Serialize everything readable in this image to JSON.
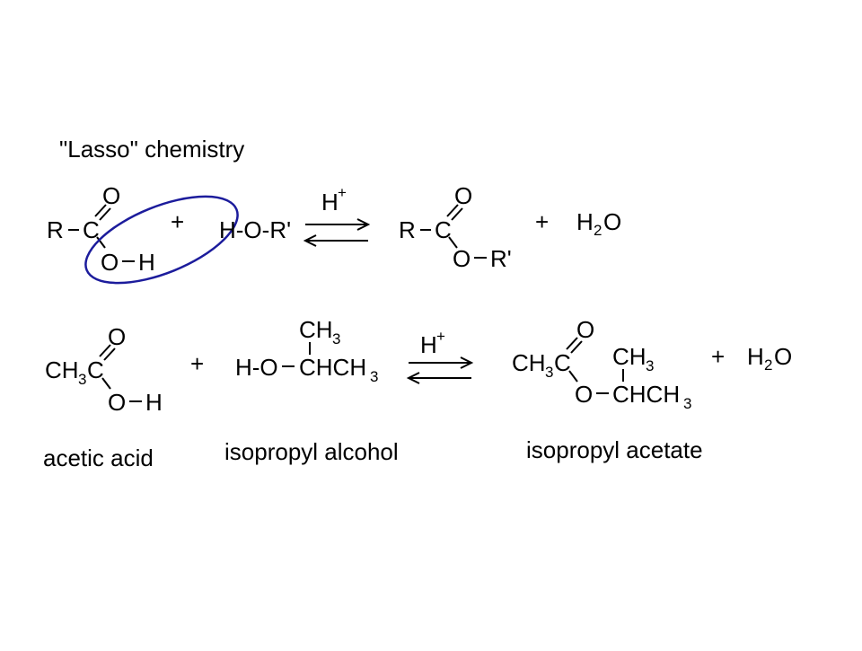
{
  "title": "\"Lasso\" chemistry",
  "colors": {
    "lasso": "#1c1c9c",
    "text": "#000000",
    "background": "#ffffff"
  },
  "general": {
    "r1": {
      "R": "R",
      "C": "C",
      "O_top": "O",
      "O_bot": "O",
      "H": "H"
    },
    "plus1": "+",
    "alcohol": "H-O-R'",
    "catalyst": {
      "H": "H",
      "plus": "+"
    },
    "p1": {
      "R": "R",
      "C": "C",
      "O_top": "O",
      "O_bot": "O",
      "R_prime": "R'"
    },
    "plus2": "+",
    "water": {
      "H": "H",
      "sub": "2",
      "O": "O"
    }
  },
  "specific": {
    "acid": {
      "CH": "CH",
      "sub": "3",
      "C": "C",
      "O_top": "O",
      "O_bot": "O",
      "H": "H"
    },
    "plus1": "+",
    "alcohol": {
      "HO": "H-O",
      "CH": "CH",
      "sub": "3",
      "CHCH": "CHCH",
      "sub2": "3"
    },
    "catalyst": {
      "H": "H",
      "plus": "+"
    },
    "ester": {
      "CH": "CH",
      "sub": "3",
      "C": "C",
      "O_top": "O",
      "O_bot": "O",
      "CH_b": "CH",
      "sub_b": "3",
      "CHCH": "CHCH",
      "sub2": "3"
    },
    "plus2": "+",
    "water": {
      "H": "H",
      "sub": "2",
      "O": "O"
    }
  },
  "labels": {
    "acid": "acetic acid",
    "alcohol": "isopropyl alcohol",
    "ester": "isopropyl acetate"
  }
}
